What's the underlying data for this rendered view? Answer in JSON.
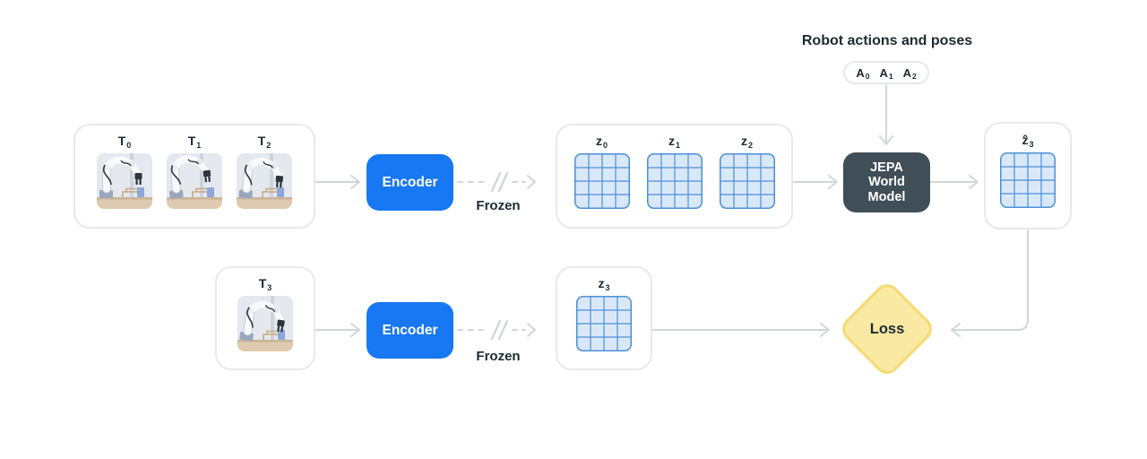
{
  "diagram": {
    "title": "Robot actions and poses",
    "actions_tokens": [
      {
        "base": "A",
        "sub": "0"
      },
      {
        "base": "A",
        "sub": "1"
      },
      {
        "base": "A",
        "sub": "2"
      }
    ],
    "top": {
      "frames": [
        {
          "base": "T",
          "sub": "0"
        },
        {
          "base": "T",
          "sub": "1"
        },
        {
          "base": "T",
          "sub": "2"
        }
      ],
      "encoder_label": "Encoder",
      "frozen_label": "Frozen",
      "latents": [
        {
          "base": "z",
          "sub": "0"
        },
        {
          "base": "z",
          "sub": "1"
        },
        {
          "base": "z",
          "sub": "2"
        }
      ],
      "world_model": {
        "line1": "JEPA",
        "line2": "World",
        "line3": "Model"
      },
      "prediction": {
        "base": "ẑ",
        "sub": "3"
      }
    },
    "bottom": {
      "frame": {
        "base": "T",
        "sub": "3"
      },
      "encoder_label": "Encoder",
      "frozen_label": "Frozen",
      "latent": {
        "base": "z",
        "sub": "3"
      },
      "loss_label": "Loss"
    },
    "colors": {
      "encoder_blue": "#1877F2",
      "world_model_slate": "#404E58",
      "loss_fill": "#FAE9A3",
      "loss_border": "#F5DA76",
      "token_grid_fill": "#D9E8F9",
      "token_grid_line": "#4D8FD6",
      "connector_gray": "#D2D6DB",
      "card_border": "#E7E9EC",
      "text_dark": "#1C2B33"
    }
  }
}
